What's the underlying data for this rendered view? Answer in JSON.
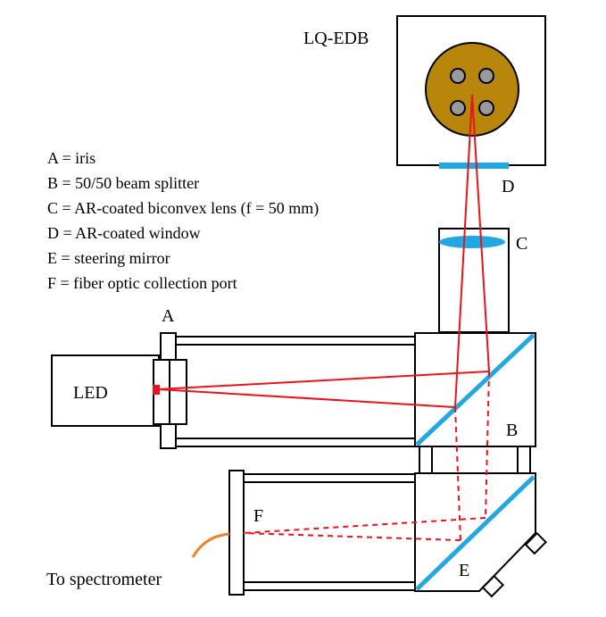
{
  "title": "LQ-EDB",
  "legend": [
    "A = iris",
    "B = 50/50 beam splitter",
    "C = AR-coated biconvex lens (f = 50 mm)",
    "D = AR-coated window",
    "E = steering mirror",
    "F = fiber optic collection port"
  ],
  "labels": {
    "a": "A",
    "b": "B",
    "c": "C",
    "d": "D",
    "e": "E",
    "f": "F",
    "led": "LED",
    "to_spectrometer": "To spectrometer"
  },
  "colors": {
    "beam": "#e8141c",
    "optic": "#23a7e0",
    "sample_disc": "#b8860b",
    "fiber": "#e8842a",
    "frame": "#000000",
    "sample_pin": "#9a9a9a"
  }
}
